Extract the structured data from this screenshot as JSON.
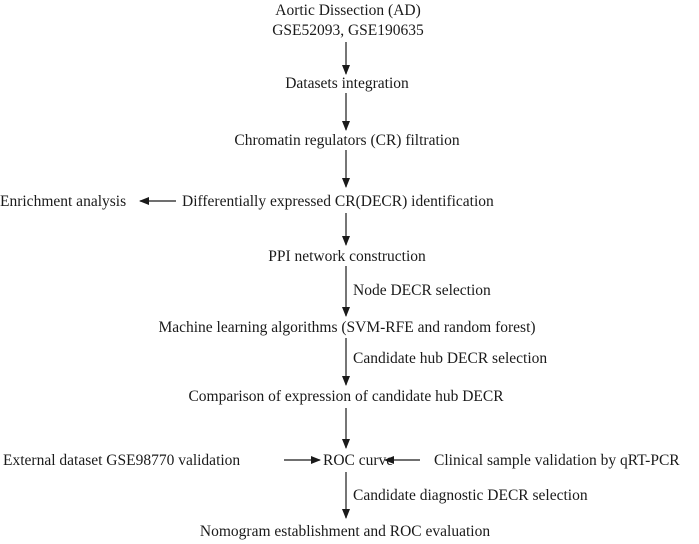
{
  "title": {
    "line1": "Aortic Dissection (AD)",
    "line2": "GSE52093, GSE190635"
  },
  "steps": {
    "integration": "Datasets integration",
    "cr_filtration": "Chromatin regulators (CR) filtration",
    "decr_identification": "Differentially expressed CR(DECR) identification",
    "enrichment": "Enrichment analysis",
    "ppi": "PPI network construction",
    "node_selection": "Node DECR selection",
    "ml": "Machine learning algorithms (SVM-RFE and random forest)",
    "candidate_hub": "Candidate hub DECR selection",
    "comparison": "Comparison of expression of candidate hub DECR",
    "external_validation": "External dataset GSE98770 validation",
    "roc": "ROC curve",
    "clinical_validation": "Clinical sample validation by qRT-PCR",
    "candidate_diagnostic": "Candidate diagnostic DECR selection",
    "nomogram": "Nomogram establishment and ROC evaluation"
  }
}
